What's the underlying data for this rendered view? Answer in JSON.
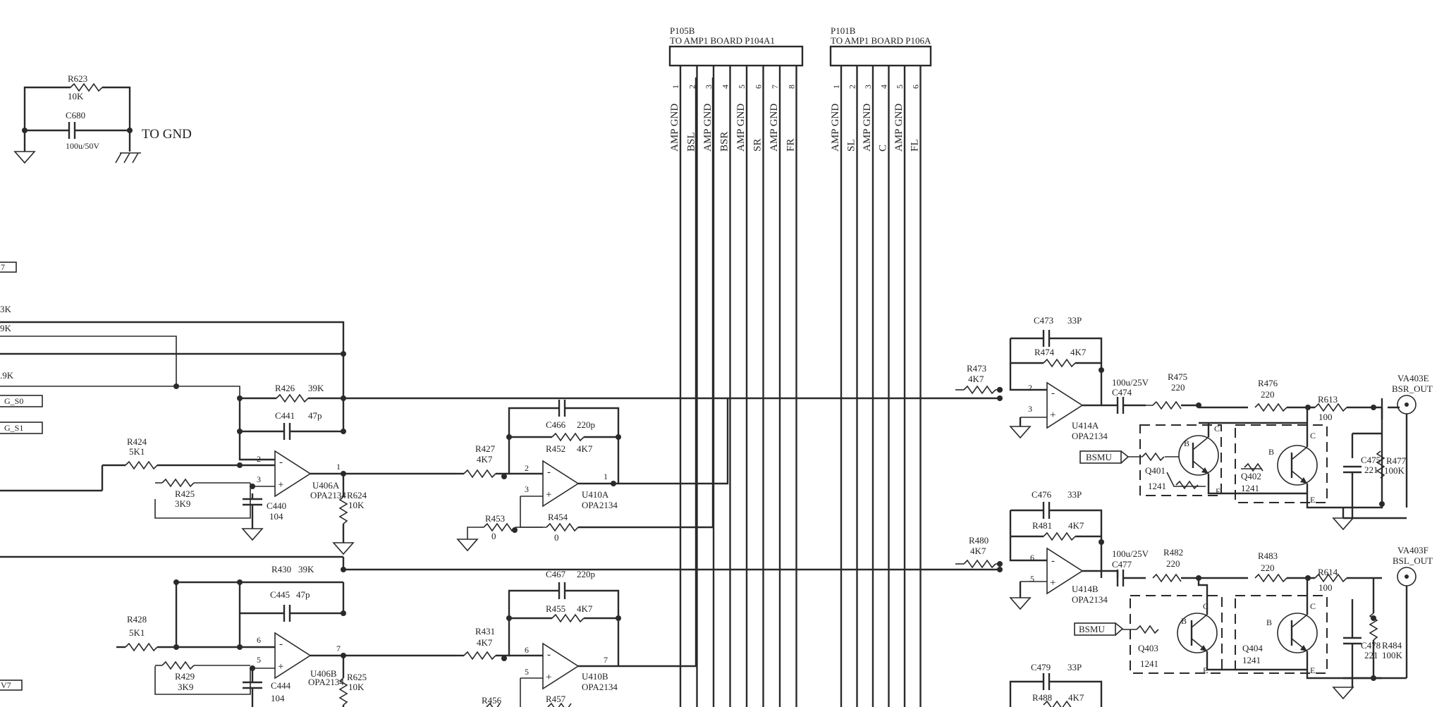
{
  "connectors": {
    "p105b": {
      "name": "P105B",
      "dest": "TO AMP1 BOARD P104A1",
      "pins": [
        "1",
        "2",
        "3",
        "4",
        "5",
        "6",
        "7",
        "8"
      ],
      "signals": [
        "AMP GND",
        "BSL",
        "AMP GND",
        "BSR",
        "AMP GND",
        "SR",
        "AMP GND",
        "FR"
      ]
    },
    "p101b": {
      "name": "P101B",
      "dest": "TO AMP1 BOARD P106A",
      "pins": [
        "1",
        "2",
        "3",
        "4",
        "5",
        "6"
      ],
      "signals": [
        "AMP GND",
        "SL",
        "AMP GND",
        "C",
        "AMP GND",
        "FL"
      ]
    }
  },
  "ground_tie": {
    "r_name": "R623",
    "r_val": "10K",
    "c_name": "C680",
    "c_val": "100u/50V",
    "to_gnd": "TO GND"
  },
  "left_edge": {
    "v1": "7",
    "k1": "3K",
    "k2": "9K",
    "k3": ".9K",
    "s0": "G_S0",
    "s1": "G_S1",
    "v2": "V7"
  },
  "stage1_top": {
    "r426": "R426",
    "r426v": "39K",
    "c441": "C441",
    "c441v": "47p",
    "r424": "R424",
    "r424v": "5K1",
    "r425": "R425",
    "r425v": "3K9",
    "c440": "C440",
    "c440v": "104",
    "u": "U406A",
    "upart": "OPA2134",
    "r624": "R624",
    "r624v": "10K",
    "pin_inv": "2",
    "pin_non": "3",
    "pin_out": "1",
    "minus": "-",
    "plus": "+"
  },
  "stage1_bot": {
    "r430": "R430",
    "r430v": "39K",
    "c445": "C445",
    "c445v": "47p",
    "r428": "R428",
    "r428v": "5K1",
    "r429": "R429",
    "r429v": "3K9",
    "c444": "C444",
    "c444v": "104",
    "u": "U406B",
    "upart": "OPA2134",
    "r625": "R625",
    "r625v": "10K",
    "pin_inv": "6",
    "pin_non": "5",
    "pin_out": "7",
    "minus": "-",
    "plus": "+"
  },
  "stage2_top": {
    "c466": "C466",
    "c466v": "220p",
    "r452": "R452",
    "r452v": "4K7",
    "r427": "R427",
    "r427v": "4K7",
    "r453": "R453",
    "r453v": "0",
    "r454": "R454",
    "r454v": "0",
    "u": "U410A",
    "upart": "OPA2134",
    "pin_inv": "2",
    "pin_non": "3",
    "pin_out": "1",
    "minus": "-",
    "plus": "+"
  },
  "stage2_bot": {
    "c467": "C467",
    "c467v": "220p",
    "r455": "R455",
    "r455v": "4K7",
    "r431": "R431",
    "r431v": "4K7",
    "r456": "R456",
    "r457": "R457",
    "u": "U410B",
    "upart": "OPA2134",
    "pin_inv": "6",
    "pin_non": "5",
    "pin_out": "7",
    "minus": "-",
    "plus": "+"
  },
  "out_top": {
    "c473": "C473",
    "c473v": "33P",
    "r474": "R474",
    "r474v": "4K7",
    "r473": "R473",
    "r473v": "4K7",
    "u": "U414A",
    "upart": "OPA2134",
    "pin_inv": "2",
    "pin_non": "3",
    "minus": "-",
    "plus": "+",
    "c474v": "100u/25V",
    "c474": "C474",
    "r475": "R475",
    "r475v": "220",
    "r476": "R476",
    "r476v": "220",
    "r613": "R613",
    "r613v": "100",
    "mute": "BSMU",
    "q401": "Q401",
    "q401v": "1241",
    "q402": "Q402",
    "q402v": "1241",
    "c475": "C475",
    "c475v": "221",
    "r477": "R477",
    "r477v": "100K",
    "va": "VA403E",
    "out": "BSR_OUT",
    "b": "B",
    "c": "C",
    "e": "E"
  },
  "out_bot": {
    "c476": "C476",
    "c476v": "33P",
    "r481": "R481",
    "r481v": "4K7",
    "r480": "R480",
    "r480v": "4K7",
    "u": "U414B",
    "upart": "OPA2134",
    "pin_inv": "6",
    "pin_non": "5",
    "minus": "-",
    "plus": "+",
    "c477v": "100u/25V",
    "c477": "C477",
    "r482": "R482",
    "r482v": "220",
    "r483": "R483",
    "r483v": "220",
    "r614": "R614",
    "r614v": "100",
    "mute": "BSMU",
    "q403": "Q403",
    "q403v": "1241",
    "q404": "Q404",
    "q404v": "1241",
    "c478": "C478",
    "c478v": "221",
    "r484": "R484",
    "r484v": "100K",
    "va": "VA403F",
    "out": "BSL_OUT",
    "b": "B",
    "c": "C",
    "e": "E"
  },
  "out_third": {
    "c479": "C479",
    "c479v": "33P",
    "r488": "R488",
    "r488v": "4K7"
  }
}
